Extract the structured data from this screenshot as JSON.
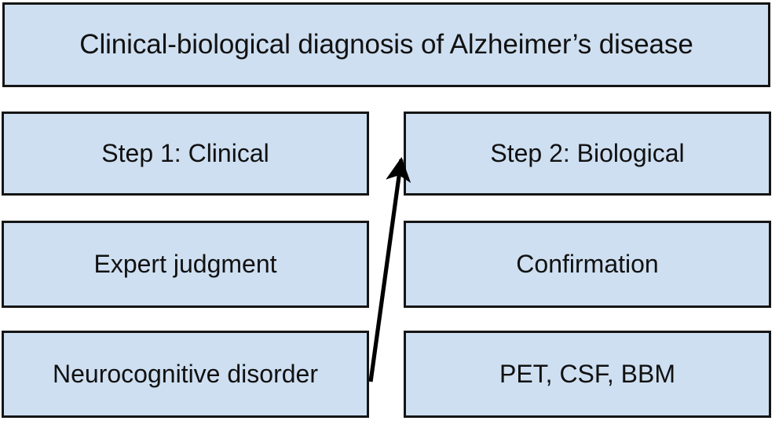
{
  "diagram": {
    "type": "flowchart",
    "title": "Clinical-biological diagnosis of Alzheimer’s disease",
    "columns": [
      {
        "id": "step-1",
        "header": "Step 1: Clinical",
        "rows": [
          "Expert judgment",
          "Neurocognitive disorder"
        ]
      },
      {
        "id": "step-2",
        "header": "Step 2: Biological",
        "rows": [
          "Confirmation",
          "PET, CSF, BBM"
        ]
      }
    ],
    "connector": {
      "name": "step1-to-step2-arrow",
      "from": "Neurocognitive disorder",
      "to": "Step 2: Biological",
      "direction": "up-right",
      "style": "solid-line-with-arrowhead"
    },
    "colors": {
      "box_fill": "#cedff1",
      "box_border": "#151515",
      "text": "#111111",
      "background": "#ffffff",
      "arrow": "#000000"
    }
  }
}
